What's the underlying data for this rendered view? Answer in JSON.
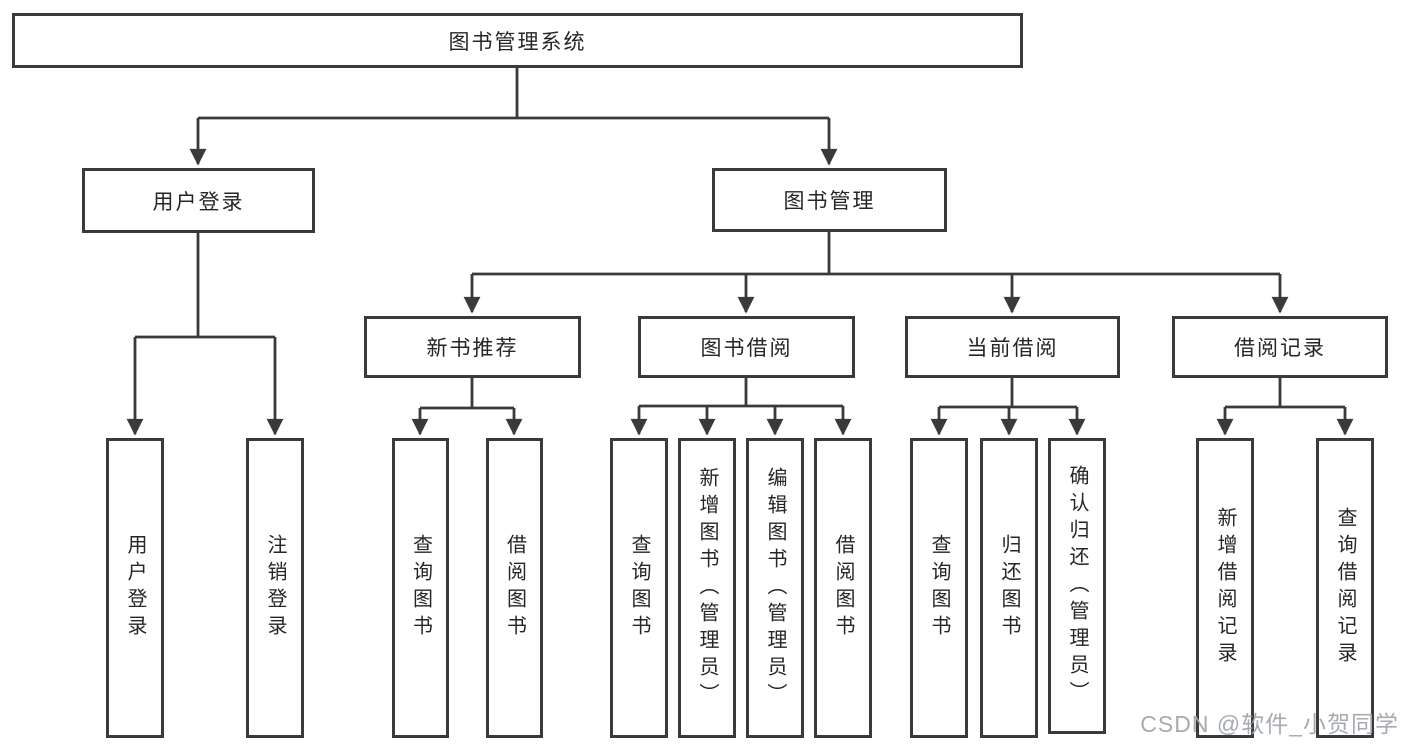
{
  "tree": {
    "label": "图书管理系统",
    "children": [
      {
        "label": "用户登录",
        "children": [
          {
            "label": "用户登录"
          },
          {
            "label": "注销登录"
          }
        ]
      },
      {
        "label": "图书管理",
        "children": [
          {
            "label": "新书推荐",
            "children": [
              {
                "label": "查询图书"
              },
              {
                "label": "借阅图书"
              }
            ]
          },
          {
            "label": "图书借阅",
            "children": [
              {
                "label": "查询图书"
              },
              {
                "label": "新增图书（管理员）"
              },
              {
                "label": "编辑图书（管理员）"
              },
              {
                "label": "借阅图书"
              }
            ]
          },
          {
            "label": "当前借阅",
            "children": [
              {
                "label": "查询图书"
              },
              {
                "label": "归还图书"
              },
              {
                "label": "确认归还（管理员）"
              }
            ]
          },
          {
            "label": "借阅记录",
            "children": [
              {
                "label": "新增借阅记录"
              },
              {
                "label": "查询借阅记录"
              }
            ]
          }
        ]
      }
    ]
  },
  "watermark": {
    "text": "CSDN @软件_小贺同学"
  },
  "colors": {
    "line": "#3a3a3a",
    "text": "#262626",
    "background": "#ffffff",
    "watermark": "#a0a6ad"
  }
}
